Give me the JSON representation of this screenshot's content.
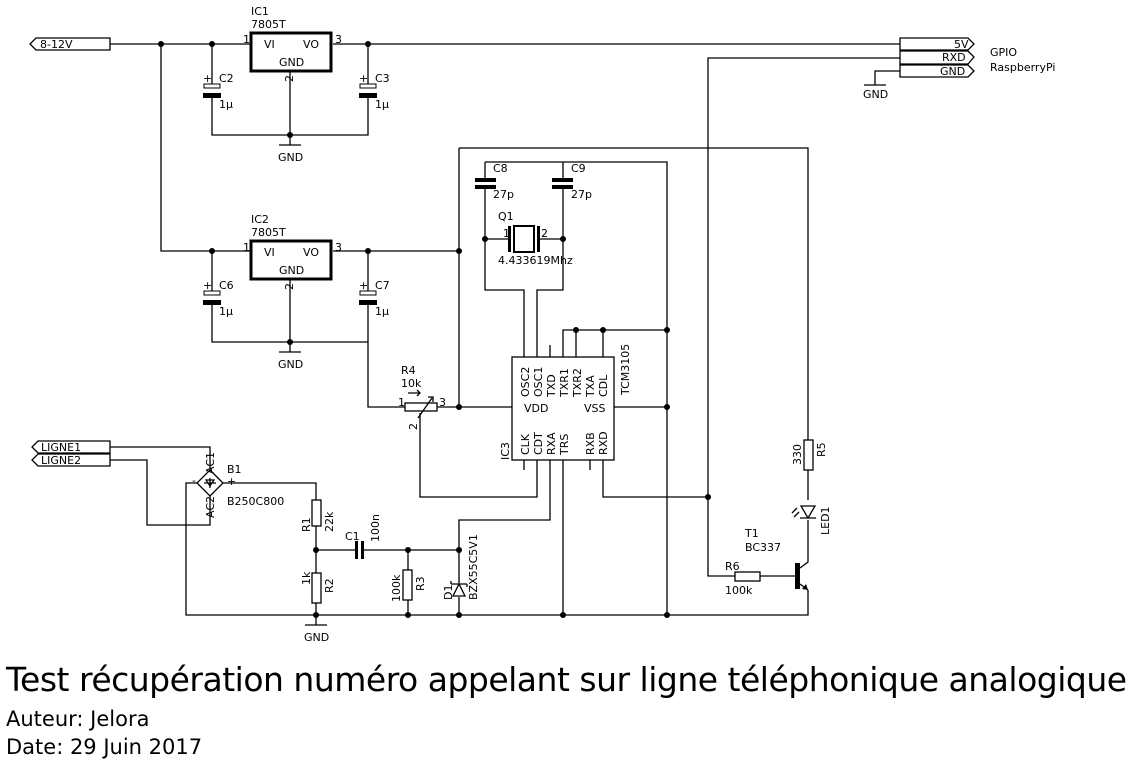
{
  "ports": {
    "vin": "8-12V",
    "ligne1": "LIGNE1",
    "ligne2": "LIGNE2",
    "gpio_5v": "5V",
    "gpio_rxd": "RXD",
    "gpio_gnd": "GND",
    "gpio": "GPIO",
    "raspberry": "RaspberryPi"
  },
  "ic1": {
    "name": "IC1",
    "value": "7805T",
    "vi": "VI",
    "vo": "VO",
    "gnd": "GND",
    "pin1": "1",
    "pin2": "2",
    "pin3": "3"
  },
  "ic2": {
    "name": "IC2",
    "value": "7805T",
    "vi": "VI",
    "vo": "VO",
    "gnd": "GND",
    "pin1": "1",
    "pin2": "2",
    "pin3": "3"
  },
  "ic3": {
    "name": "IC3",
    "value": "TCM3105",
    "top_pins": [
      "OSC2",
      "OSC1",
      "TXD",
      "TXR1",
      "TXR2",
      "TXA",
      "CDL"
    ],
    "bottom_pins": [
      "CLK",
      "CDT",
      "RXA",
      "TRS",
      "RXB",
      "RXD"
    ],
    "vdd": "VDD",
    "vss": "VSS"
  },
  "caps": {
    "c2": "C2",
    "c3": "C3",
    "c6": "C6",
    "c7": "C7",
    "cval": "1µ",
    "c8": "C8",
    "c9": "C9",
    "c89val": "27p",
    "c1": "C1",
    "c1val": "100n",
    "plus": "+"
  },
  "q1": {
    "name": "Q1",
    "value": "4.433619Mhz",
    "pin1": "1",
    "pin2": "2"
  },
  "r4": {
    "name": "R4",
    "value": "10k",
    "pin1": "1",
    "pin2": "2",
    "pin3": "3"
  },
  "b1": {
    "name": "B1",
    "value": "B250C800",
    "ac1": "AC1",
    "ac2": "AC2",
    "minus": "-",
    "plus": "+"
  },
  "resistors": {
    "r1": "R1",
    "r1v": "22k",
    "r2": "R2",
    "r2v": "1k",
    "r3": "R3",
    "r3v": "100k",
    "r5": "R5",
    "r5v": "330",
    "r6": "R6",
    "r6v": "100k"
  },
  "d1": {
    "name": "D1",
    "value": "BZX55C5V1"
  },
  "led1": {
    "name": "LED1"
  },
  "t1": {
    "name": "T1",
    "value": "BC337"
  },
  "gnd_label": "GND",
  "footer": {
    "title": "Test récupération numéro appelant sur ligne téléphonique analogique",
    "author": "Auteur: Jelora",
    "date": "Date: 29 Juin 2017"
  }
}
